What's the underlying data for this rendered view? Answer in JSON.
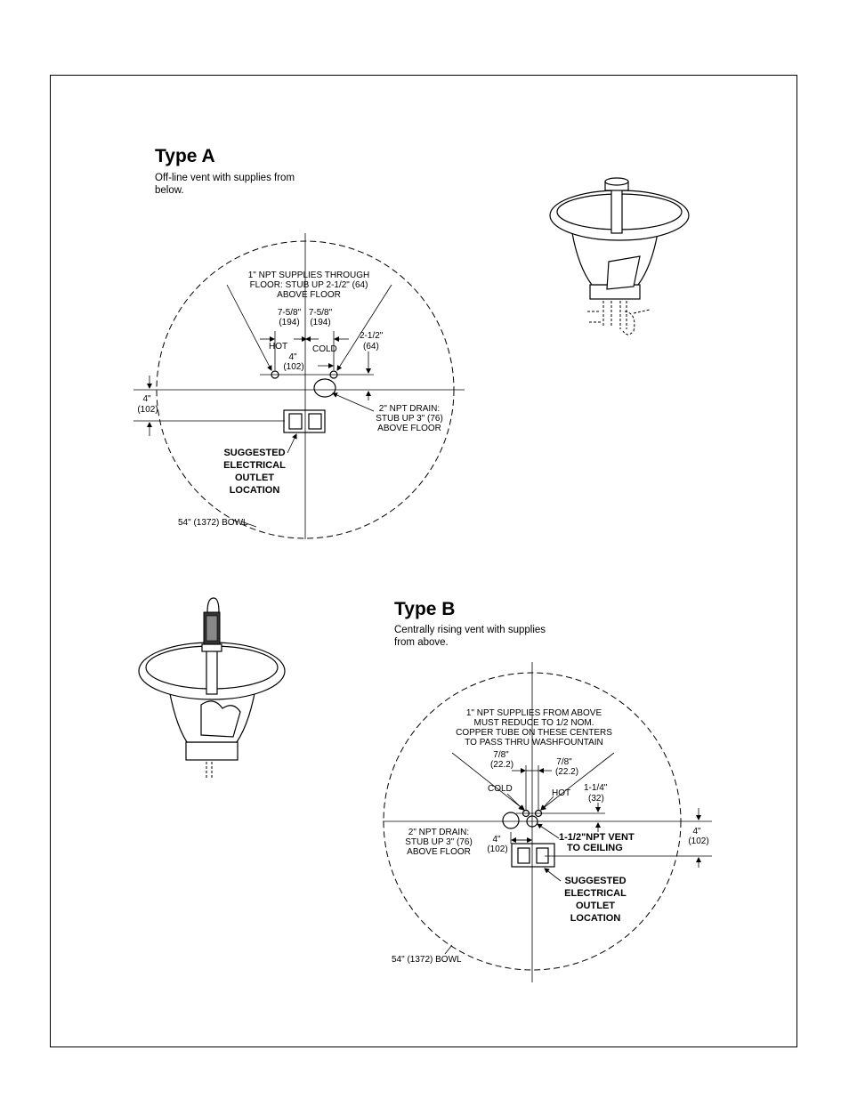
{
  "type_a": {
    "heading": "Type A",
    "caption_line1": "Off-line vent with supplies from",
    "caption_line2": "below.",
    "labels": {
      "supplies_1": "1\" NPT SUPPLIES THROUGH",
      "supplies_2": "FLOOR: STUB UP 2-1/2\" (64)",
      "supplies_3": "ABOVE FLOOR",
      "dim_left_1": "7-5/8\"",
      "dim_left_2": "(194)",
      "dim_right_1": "7-5/8\"",
      "dim_right_2": "(194)",
      "hot": "HOT",
      "cold": "COLD",
      "dim_center_1": "4\"",
      "dim_center_2": "(102)",
      "dim_stub_1": "2-1/2\"",
      "dim_stub_2": "(64)",
      "dim_offset_1": "4\"",
      "dim_offset_2": "(102)",
      "drain_1": "2\" NPT DRAIN:",
      "drain_2": "STUB UP 3\" (76)",
      "drain_3": "ABOVE FLOOR",
      "outlet_1": "SUGGESTED",
      "outlet_2": "ELECTRICAL",
      "outlet_3": "OUTLET",
      "outlet_4": "LOCATION",
      "bowl": "54\" (1372) BOWL"
    }
  },
  "type_b": {
    "heading": "Type B",
    "caption_line1": "Centrally rising vent with supplies",
    "caption_line2": "from above.",
    "labels": {
      "supplies_1": "1\" NPT SUPPLIES FROM ABOVE",
      "supplies_2": "MUST REDUCE TO 1/2 NOM.",
      "supplies_3": "COPPER TUBE ON THESE CENTERS",
      "supplies_4": "TO PASS THRU WASHFOUNTAIN",
      "dim_left_1": "7/8\"",
      "dim_left_2": "(22.2)",
      "dim_right_1": "7/8\"",
      "dim_right_2": "(22.2)",
      "cold": "COLD",
      "hot": "HOT",
      "dim_stub_1": "1-1/4\"",
      "dim_stub_2": "(32)",
      "dim_offset_1": "4\"",
      "dim_offset_2": "(102)",
      "dim_center_1": "4\"",
      "dim_center_2": "(102)",
      "drain_1": "2\" NPT DRAIN:",
      "drain_2": "STUB UP 3\" (76)",
      "drain_3": "ABOVE FLOOR",
      "vent_1": "1-1/2\"NPT VENT",
      "vent_2": "TO CEILING",
      "outlet_1": "SUGGESTED",
      "outlet_2": "ELECTRICAL",
      "outlet_3": "OUTLET",
      "outlet_4": "LOCATION",
      "bowl": "54\" (1372) BOWL"
    }
  }
}
